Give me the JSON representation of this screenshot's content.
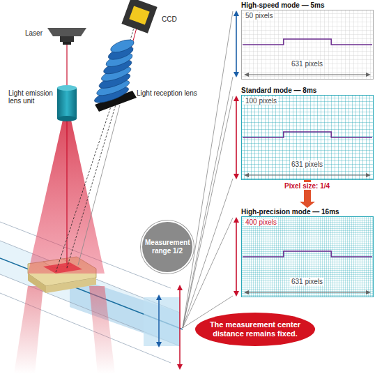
{
  "diagram": {
    "nodes": [
      {
        "text": [
          "High-speed mode — 5ms",
          "50 pixels",
          "631 pixels"
        ]
      },
      {
        "text": [
          "Standard mode — 8ms",
          "100 pixels",
          "631 pixels"
        ]
      },
      {
        "text": [
          "High-precision mode — 16ms",
          "400 pixels",
          "631 pixels"
        ]
      },
      {
        "text": [
          "Measurement range 1/2"
        ]
      },
      {
        "text": [
          "The measurement center distance remains fixed."
        ]
      }
    ],
    "edges": [
      {
        "from": 1,
        "to": 2,
        "arrow": "to",
        "label": "Pixel size: 1/4"
      }
    ],
    "labels": [
      "Laser",
      "Light emission lens unit",
      "CCD",
      "Light reception lens"
    ]
  }
}
